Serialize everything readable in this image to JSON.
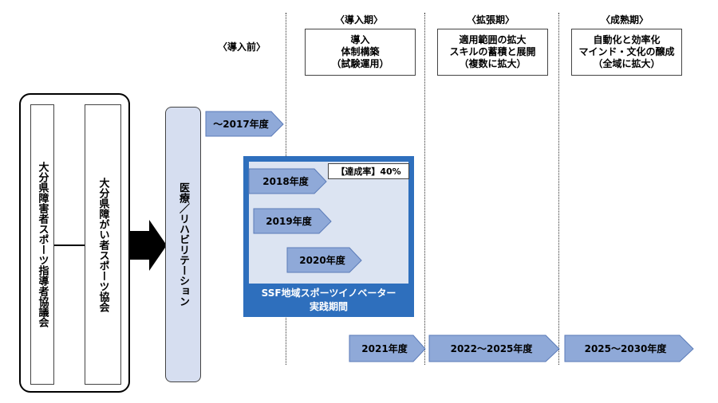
{
  "phases": {
    "pre": "〈導入前〉",
    "intro": "〈導入期〉",
    "expand": "〈拡張期〉",
    "mature": "〈成熟期〉"
  },
  "phase_boxes": {
    "intro": [
      "導入",
      "体制構築",
      "（試験運用）"
    ],
    "expand": [
      "適用範囲の拡大",
      "スキルの蓄積と展開",
      "（複数に拡大）"
    ],
    "mature": [
      "自動化と効率化",
      "マインド・文化の醸成",
      "（全域に拡大）"
    ]
  },
  "organizations": {
    "council": "大分県障害者スポーツ指導者協議会",
    "association": "大分県障がい者スポーツ協会",
    "medical": "医療／リハビリテーション"
  },
  "timeline": {
    "pre2017": "～2017年度",
    "y2018": "2018年度",
    "y2019": "2019年度",
    "y2020": "2020年度",
    "y2021": "2021年度",
    "y2022_2025": "2022～2025年度",
    "y2025_2030": "2025～2030年度"
  },
  "ssf": {
    "achievement": "【達成率】40%",
    "title_line1": "SSF地域スポーツイノベーター",
    "title_line2": "実践期間"
  },
  "colors": {
    "arrow_fill": "#8fa9d8",
    "arrow_stroke": "#5b7bb8",
    "ssf_border": "#2e6fbd",
    "ssf_fill": "#dce4f2",
    "medical_fill": "#d6def0"
  }
}
